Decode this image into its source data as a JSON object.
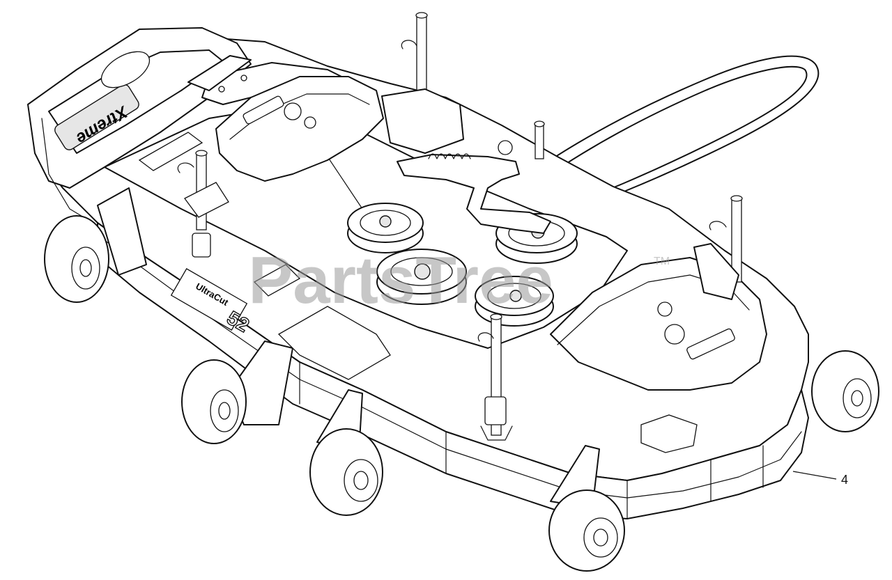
{
  "diagram": {
    "callouts": [
      {
        "label": "4"
      }
    ],
    "deck_lettering": {
      "brand_logo": "Xtreme",
      "deck_name": "UltraCut",
      "deck_size": "52"
    },
    "watermark": {
      "text": "PartsTree",
      "trademark": "TM"
    }
  }
}
